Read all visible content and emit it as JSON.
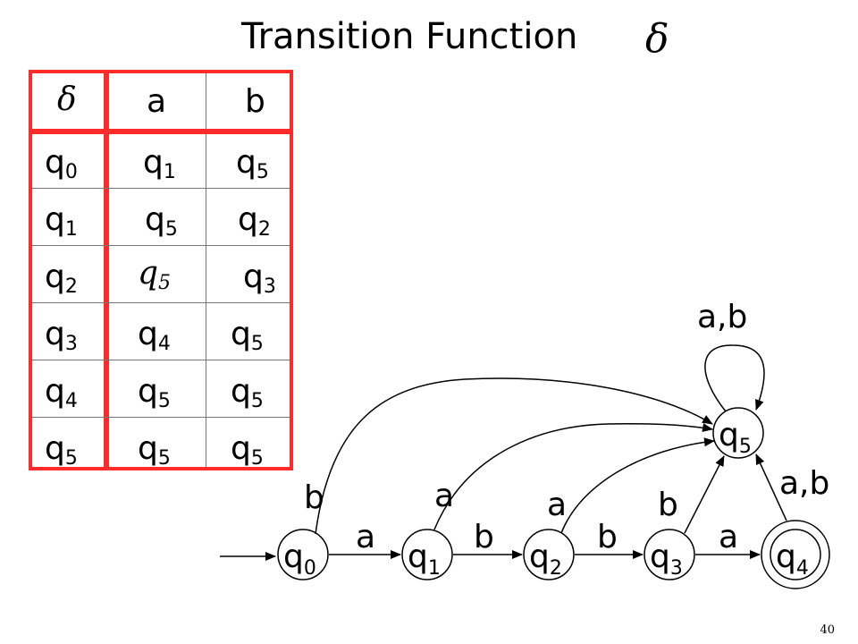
{
  "title": "Transition Function",
  "title_symbol": "δ",
  "table": {
    "corner": "δ",
    "columns": [
      "a",
      "b"
    ],
    "rows": [
      {
        "state": "q",
        "state_sub": "0",
        "a": "q",
        "a_sub": "1",
        "b": "q",
        "b_sub": "5"
      },
      {
        "state": "q",
        "state_sub": "1",
        "a": "q",
        "a_sub": "5",
        "b": "q",
        "b_sub": "2"
      },
      {
        "state": "q",
        "state_sub": "2",
        "a": "q",
        "a_sub": "5",
        "b": "q",
        "b_sub": "3"
      },
      {
        "state": "q",
        "state_sub": "3",
        "a": "q",
        "a_sub": "4",
        "b": "q",
        "b_sub": "5"
      },
      {
        "state": "q",
        "state_sub": "4",
        "a": "q",
        "a_sub": "5",
        "b": "q",
        "b_sub": "5"
      },
      {
        "state": "q",
        "state_sub": "5",
        "a": "q",
        "a_sub": "5",
        "b": "q",
        "b_sub": "5"
      }
    ]
  },
  "diagram": {
    "states": [
      {
        "label": "q",
        "sub": "0"
      },
      {
        "label": "q",
        "sub": "1"
      },
      {
        "label": "q",
        "sub": "2"
      },
      {
        "label": "q",
        "sub": "3"
      },
      {
        "label": "q",
        "sub": "4"
      },
      {
        "label": "q",
        "sub": "5"
      }
    ],
    "edge_labels": {
      "q0_q1": "a",
      "q1_q2": "b",
      "q2_q3": "b",
      "q3_q4": "a",
      "q0_q5": "b",
      "q1_q5": "a",
      "q2_q5": "a",
      "q3_q5": "b",
      "q4_q5": "a,b",
      "q5_loop": "a,b"
    }
  },
  "page_number": "40"
}
